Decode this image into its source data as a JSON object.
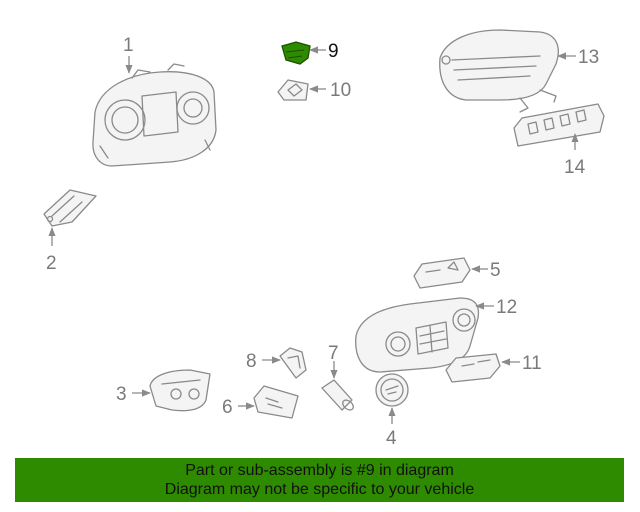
{
  "callouts": {
    "c1": "1",
    "c2": "2",
    "c3": "3",
    "c4": "4",
    "c5": "5",
    "c6": "6",
    "c7": "7",
    "c8": "8",
    "c9": "9",
    "c10": "10",
    "c11": "11",
    "c12": "12",
    "c13": "13",
    "c14": "14"
  },
  "highlight_color": "#2e8b00",
  "banner": {
    "line1": "Part or sub-assembly is #9 in diagram",
    "line2": "Diagram may not be specific to your vehicle"
  }
}
